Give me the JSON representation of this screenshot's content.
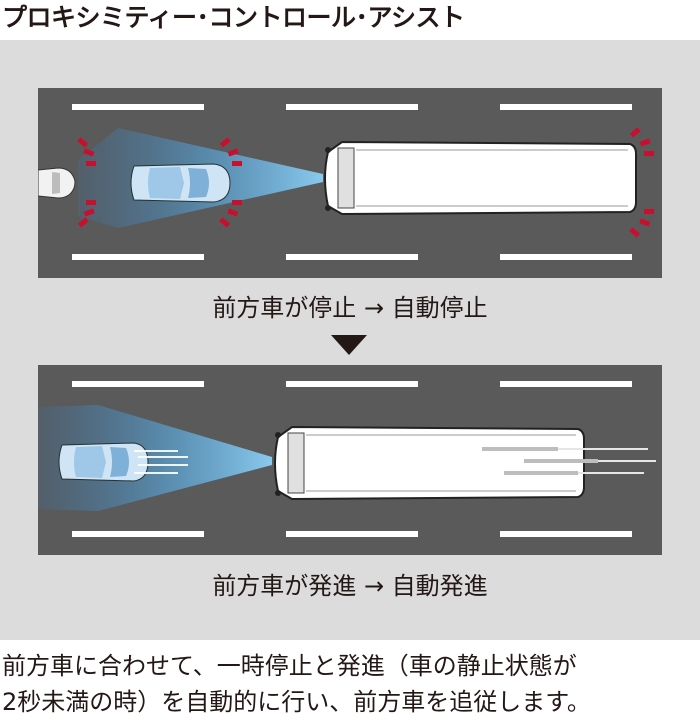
{
  "title": "プロキシミティー･コントロール･アシスト",
  "scene_stop": {
    "caption": "前方車が停止 → 自動停止"
  },
  "scene_start": {
    "caption": "前方車が発進 → 自動発進"
  },
  "description": {
    "line1": "前方車に合わせて、一時停止と発進（車の静止状態が",
    "line2": "2秒未満の時）を自動的に行い、前方車を追従します。"
  },
  "colors": {
    "background_panel": "#dcdcdd",
    "road": "#5a5a5a",
    "lane_marking": "#ffffff",
    "sensor_beam": "#4aa3df",
    "stop_indicator": "#c8102e",
    "text": "#231815"
  }
}
